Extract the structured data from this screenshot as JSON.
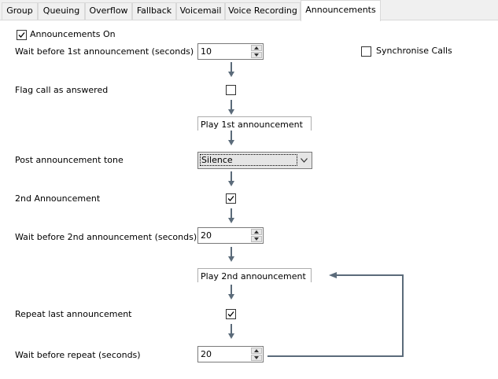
{
  "tabs": [
    {
      "label": "Group",
      "active": false
    },
    {
      "label": "Queuing",
      "active": false
    },
    {
      "label": "Overflow",
      "active": false
    },
    {
      "label": "Fallback",
      "active": false
    },
    {
      "label": "Voicemail",
      "active": false
    },
    {
      "label": "Voice Recording",
      "active": false
    },
    {
      "label": "Announcements",
      "active": true
    }
  ],
  "announcements": {
    "enabled": {
      "label": "Announcements On",
      "checked": true
    },
    "synchronise": {
      "label": "Synchronise Calls",
      "checked": false
    },
    "wait_first": {
      "label": "Wait before 1st announcement (seconds)",
      "value": "10"
    },
    "flag_answered": {
      "label": "Flag call as answered",
      "checked": false
    },
    "play_first": {
      "label": "Play 1st announcement"
    },
    "post_tone": {
      "label": "Post announcement tone",
      "value": "Silence"
    },
    "second": {
      "label": "2nd Announcement",
      "checked": true
    },
    "wait_second": {
      "label": "Wait before 2nd announcement (seconds)",
      "value": "20"
    },
    "play_second": {
      "label": "Play 2nd announcement"
    },
    "repeat_last": {
      "label": "Repeat last announcement",
      "checked": true
    },
    "wait_repeat": {
      "label": "Wait before repeat (seconds)",
      "value": "20"
    }
  },
  "colors": {
    "accent": "#5b6b7a",
    "border": "#7a7a7a",
    "tab_border": "#d9d9d9"
  },
  "icons": {
    "check": "check-icon",
    "spin_up": "chevron-up-icon",
    "spin_down": "chevron-down-icon",
    "dropdown": "chevron-down-icon",
    "flow_arrow": "arrow-down-icon"
  }
}
